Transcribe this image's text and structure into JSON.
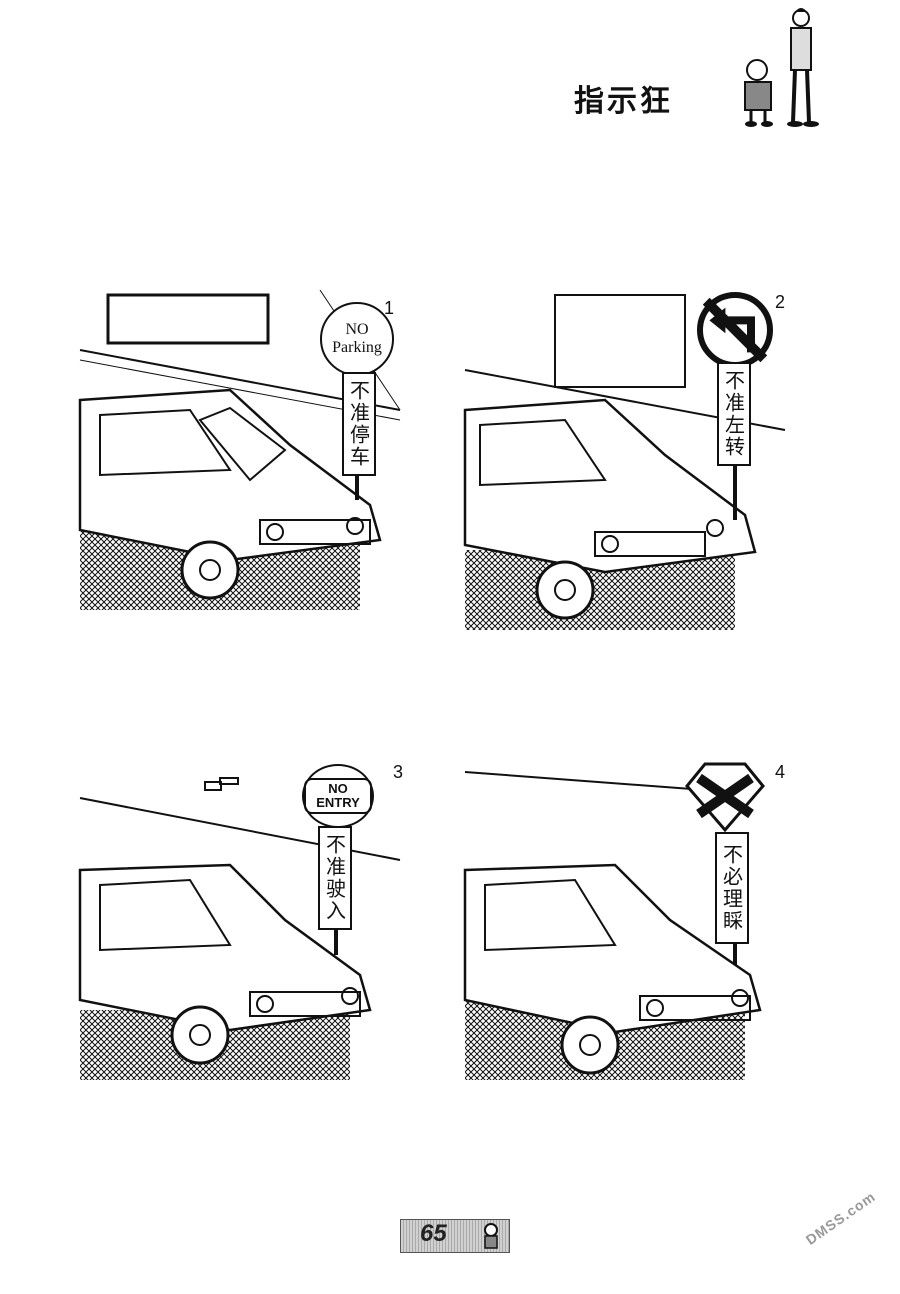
{
  "header": {
    "title": "指示狂"
  },
  "panels": [
    {
      "number": "1",
      "sign_text_line1": "NO",
      "sign_text_line2": "Parking",
      "plate": "不准停车"
    },
    {
      "number": "2",
      "plate": "不准左转"
    },
    {
      "number": "3",
      "sign_text": "NO ENTRY",
      "plate": "不准驶入"
    },
    {
      "number": "4",
      "plate": "不必理睬"
    }
  ],
  "footer": {
    "page_number": "65"
  },
  "watermark": "DMSS.com"
}
